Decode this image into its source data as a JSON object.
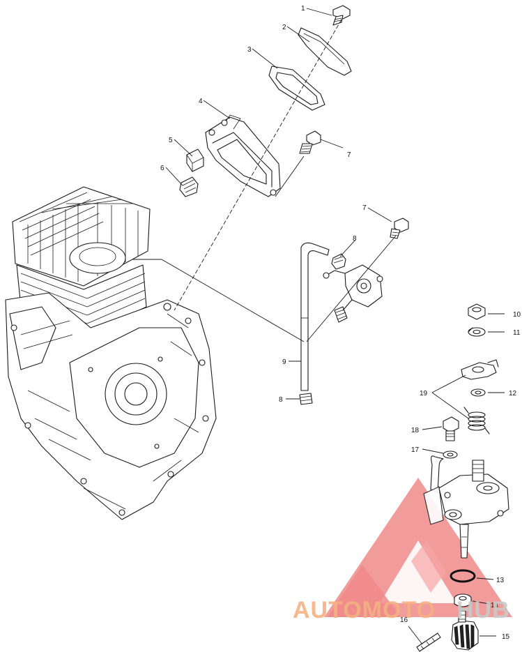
{
  "callouts": [
    {
      "id": "c1",
      "label": "1"
    },
    {
      "id": "c2",
      "label": "2"
    },
    {
      "id": "c3",
      "label": "3"
    },
    {
      "id": "c4",
      "label": "4"
    },
    {
      "id": "c5",
      "label": "5"
    },
    {
      "id": "c6",
      "label": "6"
    },
    {
      "id": "c7a",
      "label": "7"
    },
    {
      "id": "c7b",
      "label": "7"
    },
    {
      "id": "c8a",
      "label": "8"
    },
    {
      "id": "c9",
      "label": "9"
    },
    {
      "id": "c8b",
      "label": "8"
    },
    {
      "id": "c10",
      "label": "10"
    },
    {
      "id": "c11",
      "label": "11"
    },
    {
      "id": "c19",
      "label": "19"
    },
    {
      "id": "c12",
      "label": "12"
    },
    {
      "id": "c18",
      "label": "18"
    },
    {
      "id": "c17",
      "label": "17"
    },
    {
      "id": "c13",
      "label": "13"
    },
    {
      "id": "c14",
      "label": "14"
    },
    {
      "id": "c16",
      "label": "16"
    },
    {
      "id": "c15",
      "label": "15"
    }
  ],
  "watermark": {
    "part1": "AUTOMOTO",
    "part2": "HUB",
    "color_primary": "#f4b183",
    "color_red": "#f08a8a",
    "color_secondary": "#c9c9c9"
  }
}
